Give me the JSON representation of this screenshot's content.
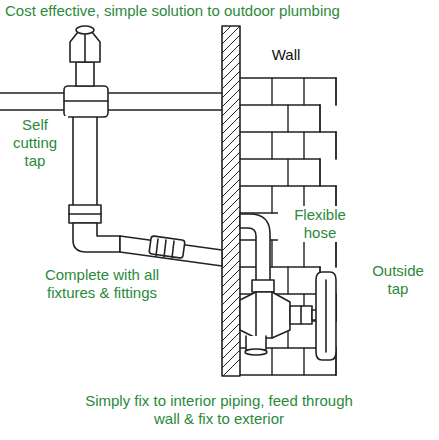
{
  "diagram": {
    "title": "Cost effective, simple solution to outdoor plumbing",
    "caption": "Simply fix to interior piping, feed through wall & fix to exterior",
    "labels": [
      "Wall",
      "Self cutting tap",
      "Flexible hose",
      "Outside tap",
      "Complete with all fixtures & fittings"
    ]
  }
}
